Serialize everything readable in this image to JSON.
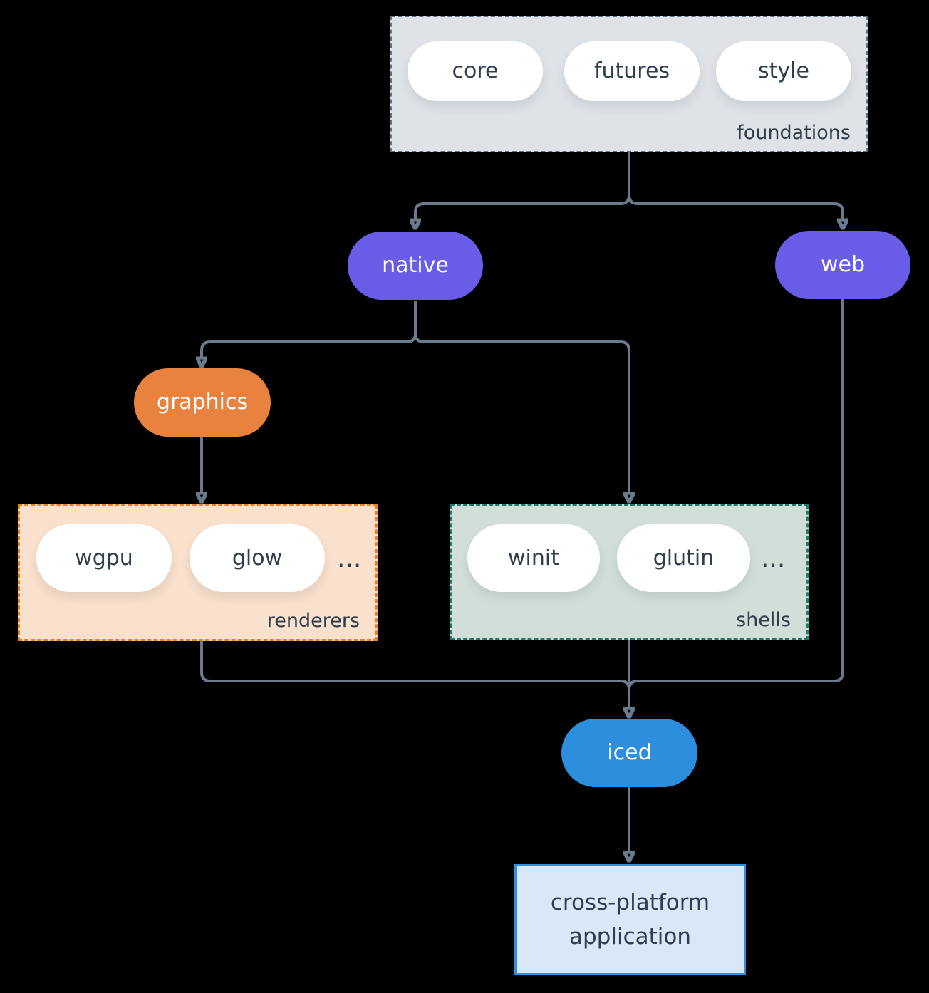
{
  "canvas": {
    "background": "#000000"
  },
  "colors": {
    "edge": "#6b7b8d",
    "text_dark": "#2f3e4d",
    "purple": "#695ce7",
    "orange": "#e8823e",
    "blue": "#2e8ede",
    "foundations_fill": "#dfe3e8",
    "renderers_fill": "#f9e1cd",
    "renderers_border": "#ee7f1f",
    "shells_fill": "#d2dfd9",
    "shells_border": "#1f7a67",
    "application_fill": "#d9e8f8",
    "application_border": "#3090e0"
  },
  "groups": {
    "foundations": {
      "label": "foundations",
      "items": [
        "core",
        "futures",
        "style"
      ]
    },
    "renderers": {
      "label": "renderers",
      "items": [
        "wgpu",
        "glow"
      ],
      "more": "..."
    },
    "shells": {
      "label": "shells",
      "items": [
        "winit",
        "glutin"
      ],
      "more": "..."
    }
  },
  "nodes": {
    "native": {
      "label": "native"
    },
    "web": {
      "label": "web"
    },
    "graphics": {
      "label": "graphics"
    },
    "iced": {
      "label": "iced"
    },
    "application": {
      "label": "cross-platform application"
    }
  }
}
